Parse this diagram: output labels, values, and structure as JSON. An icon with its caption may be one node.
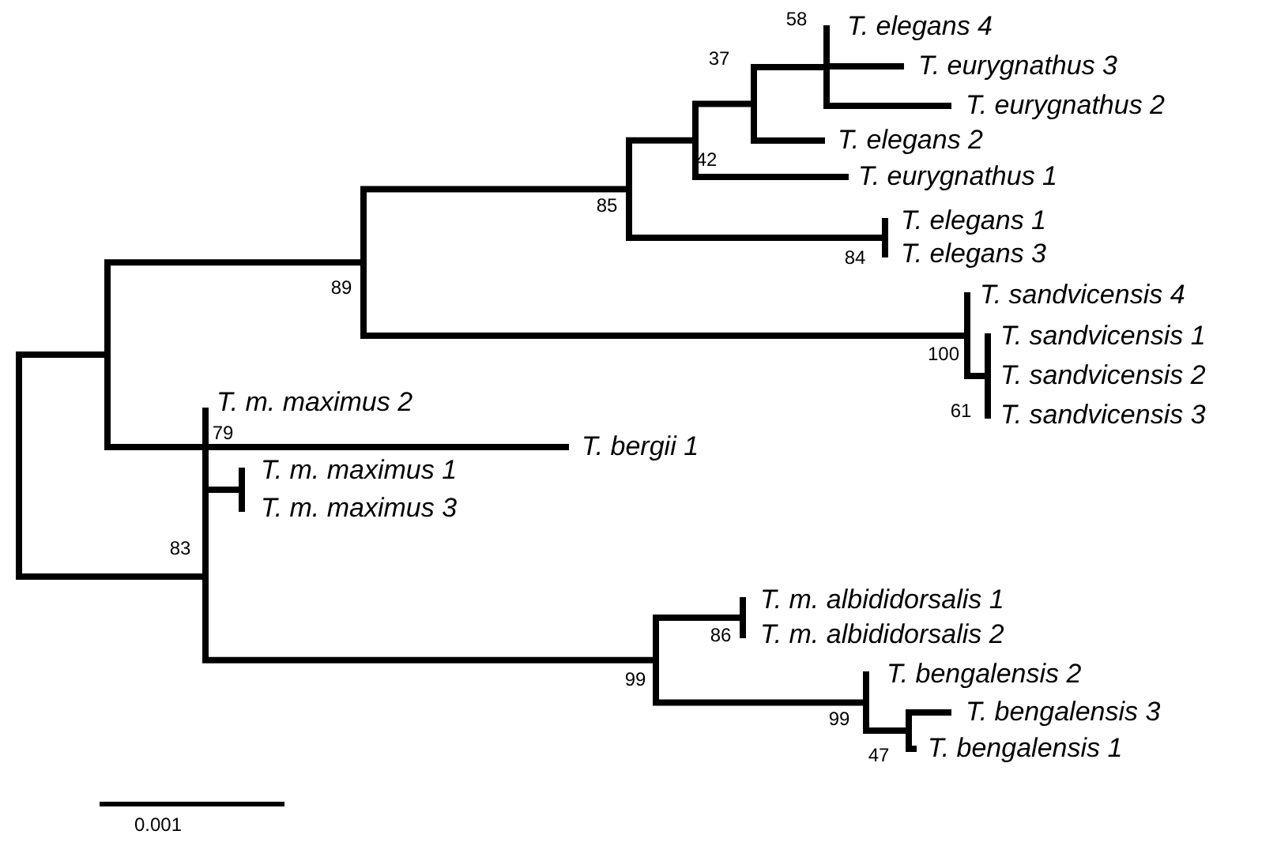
{
  "diagram": {
    "labels": [
      "T. elegans 4",
      "58",
      "T. eurygnathus 3",
      "37",
      "T. eurygnathus 2",
      "T. elegans 2",
      "42",
      "T. eurygnathus 1",
      "85",
      "T. elegans 1",
      "84",
      "T. elegans 3",
      "89",
      "T. sandvicensis 4",
      "T. sandvicensis 1",
      "100",
      "T. sandvicensis 2",
      "61",
      "T. sandvicensis 3",
      "T. bergii 1",
      "T. m. maximus 2",
      "79",
      "T. m. maximus 1",
      "T. m. maximus 3",
      "83",
      "T. m. albididorsalis 1",
      "86",
      "T. m. albididorsalis 2",
      "99",
      "T. bengalensis 2",
      "99",
      "T. bengalensis 3",
      "47",
      "T. bengalensis 1",
      "0.001"
    ]
  }
}
